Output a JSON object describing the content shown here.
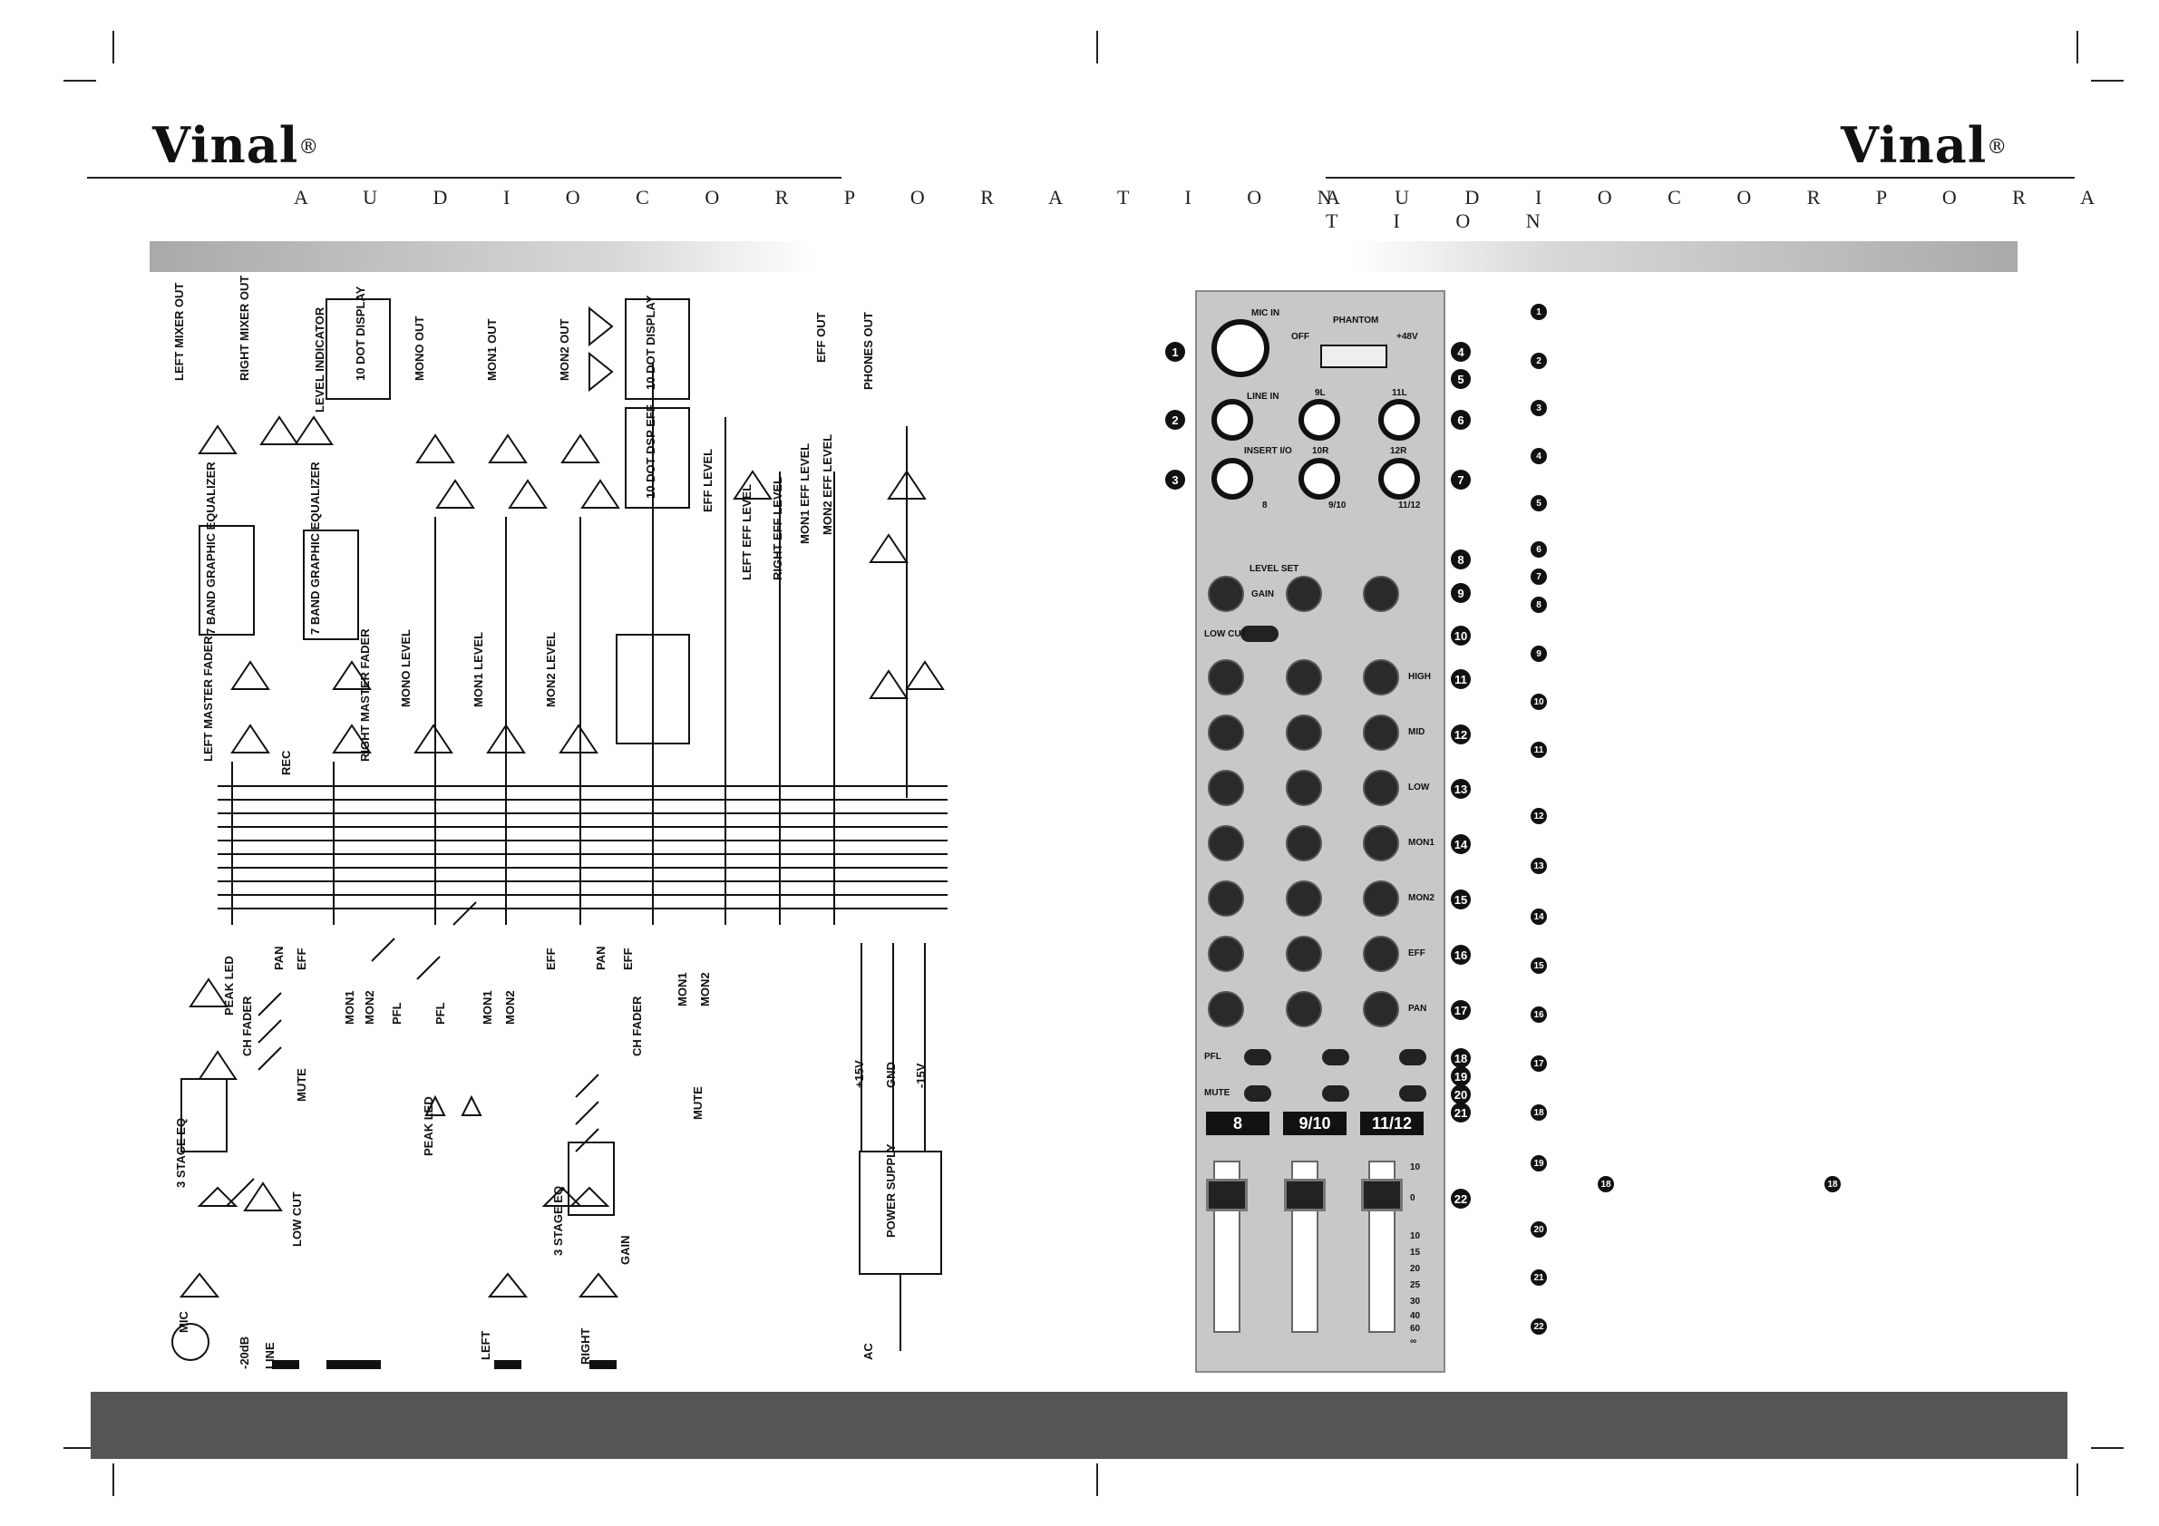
{
  "left_page": {
    "brand": "Vinal",
    "registered": "®",
    "subtitle": "A U D I O   C O R P O R A T I O N"
  },
  "right_page": {
    "brand": "Vinal",
    "registered": "®",
    "subtitle": "A U D I O   C O R P O R A T I O N"
  },
  "schematic": {
    "labels": {
      "left_mixer_out": "LEFT MIXER OUT",
      "right_mixer_out": "RIGHT MIXER OUT",
      "level_indicator": "LEVEL INDICATOR",
      "dot_display": "10 DOT DISPLAY",
      "mono_out": "MONO OUT",
      "mon1_out": "MON1 OUT",
      "mon2_out": "MON2 OUT",
      "dsp_eff": "10 DOT DSP EFF",
      "eff_out": "EFF OUT",
      "phones_out": "PHONES OUT",
      "graphic_eq": "7 BAND GRAPHIC EQUALIZER",
      "eff_level": "EFF LEVEL",
      "left_eff_level": "LEFT EFF LEVEL",
      "right_eff_level": "RIGHT EFF LEVEL",
      "mon1_eff_level": "MON1 EFF LEVEL",
      "mon2_eff_level": "MON2 EFF LEVEL",
      "mono_level": "MONO LEVEL",
      "mon1_level": "MON1 LEVEL",
      "mon2_level": "MON2 LEVEL",
      "left_master_fader": "LEFT MASTER FADER",
      "right_master_fader": "RIGHT MASTER FADER",
      "rec": "REC",
      "peak_led": "PEAK LED",
      "pan": "PAN",
      "eff": "EFF",
      "ch_fader": "CH FADER",
      "mon1": "MON1",
      "mon2": "MON2",
      "pfl": "PFL",
      "mute": "MUTE",
      "three_stage_eq": "3 STAGE EQ",
      "low_cut": "LOW CUT",
      "mic": "MIC",
      "minus20db": "-20dB",
      "line": "LINE",
      "gain": "GAIN",
      "left": "LEFT",
      "right": "RIGHT",
      "plus15v": "+15V",
      "gnd": "GND",
      "minus15v": "-15V",
      "power_supply": "POWER SUPPLY",
      "ac": "AC"
    }
  },
  "front_panel": {
    "mic_in": "MIC IN",
    "line_in": "LINE IN",
    "insert": "INSERT I/O",
    "phantom": "PHANTOM",
    "off": "OFF",
    "plus48v": "+48V",
    "jacks": [
      "9L",
      "10R",
      "11L",
      "12R"
    ],
    "level_set": "LEVEL SET",
    "gain": "GAIN",
    "low_cut": "LOW CUT",
    "knob_rows": [
      "HIGH",
      "MID",
      "LOW",
      "MON1",
      "MON2",
      "EFF",
      "PAN"
    ],
    "pfl": "PFL",
    "mute": "MUTE",
    "channels": [
      "8",
      "9/10",
      "11/12"
    ],
    "fader_scale": [
      "10",
      "0",
      "10",
      "15",
      "20",
      "25",
      "30",
      "40",
      "60",
      "∞"
    ]
  },
  "callouts": [
    "1",
    "2",
    "3",
    "4",
    "5",
    "6",
    "7",
    "8",
    "9",
    "10",
    "11",
    "12",
    "13",
    "14",
    "15",
    "16",
    "17",
    "18",
    "19",
    "20",
    "21",
    "22"
  ],
  "callout_ref_18": "18"
}
